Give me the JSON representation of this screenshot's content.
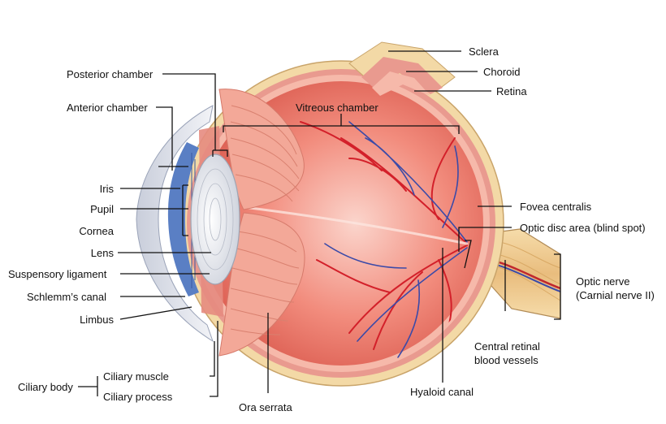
{
  "labels": {
    "sclera": "Sclera",
    "choroid": "Choroid",
    "retina": "Retina",
    "posterior_chamber": "Posterior chamber",
    "anterior_chamber": "Anterior chamber",
    "vitreous_chamber": "Vitreous chamber",
    "iris": "Iris",
    "pupil": "Pupil",
    "cornea": "Cornea",
    "lens": "Lens",
    "suspensory_ligament": "Suspensory ligament",
    "schlemms_canal": "Schlemm’s canal",
    "limbus": "Limbus",
    "ciliary_body": "Ciliary body",
    "ciliary_muscle": "Ciliary muscle",
    "ciliary_process": "Ciliary process",
    "ora_serrata": "Ora serrata",
    "hyaloid_canal": "Hyaloid canal",
    "central_retinal_line1": "Central retinal",
    "central_retinal_line2": "blood vessels",
    "fovea_centralis": "Fovea centralis",
    "optic_disc": "Optic disc area (blind spot)",
    "optic_nerve_line1": "Optic nerve",
    "optic_nerve_line2": "(Carnial nerve II)"
  },
  "colors": {
    "sclera": "#f3d9a6",
    "choroid": "#e8988f",
    "retina": "#f4b5a8",
    "vitreous": "#ec7a6c",
    "vitreous_light": "#fbd0c8",
    "cornea": "#dfe3ee",
    "iris": "#5a7fc4",
    "lens": "#eef0f4",
    "ciliary": "#f0a898",
    "artery": "#d3202a",
    "vein": "#3b4aa8",
    "nerve": "#f1cf92",
    "leader": "#111111"
  }
}
